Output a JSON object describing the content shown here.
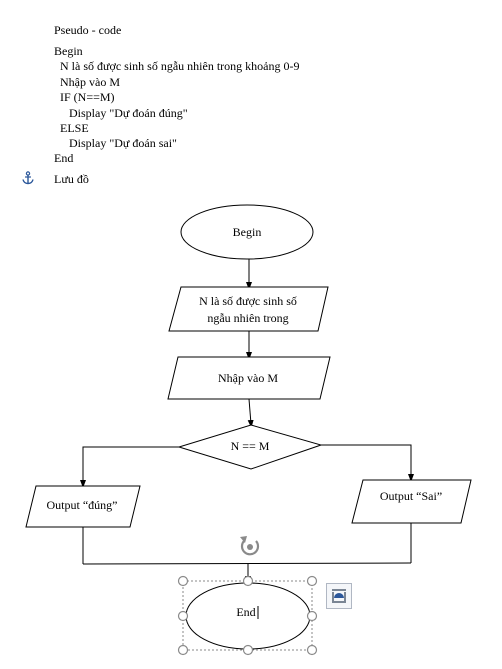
{
  "pseudocode": {
    "title": "Pseudo - code",
    "lines": [
      "Begin",
      "  N là số được sinh số ngẫu nhiên trong khoảng 0-9",
      "  Nhập vào M",
      "  IF (N==M)",
      "     Display \"Dự đoán đúng\"",
      "  ELSE",
      "     Display \"Dự đoán sai\"",
      "End"
    ]
  },
  "section_label": "Lưu đồ",
  "flowchart": {
    "begin": "Begin",
    "generate_line1": "N là số được sinh số",
    "generate_line2": "ngẫu nhiên trong",
    "input": "Nhập vào M",
    "decision": "N == M",
    "output_true": "Output “đúng”",
    "output_false": "Output “Sai”",
    "end": "End"
  },
  "icons": {
    "anchor": "anchor-icon",
    "rotate_handle": "rotate-handle-icon",
    "layout_options": "layout-options-icon"
  }
}
